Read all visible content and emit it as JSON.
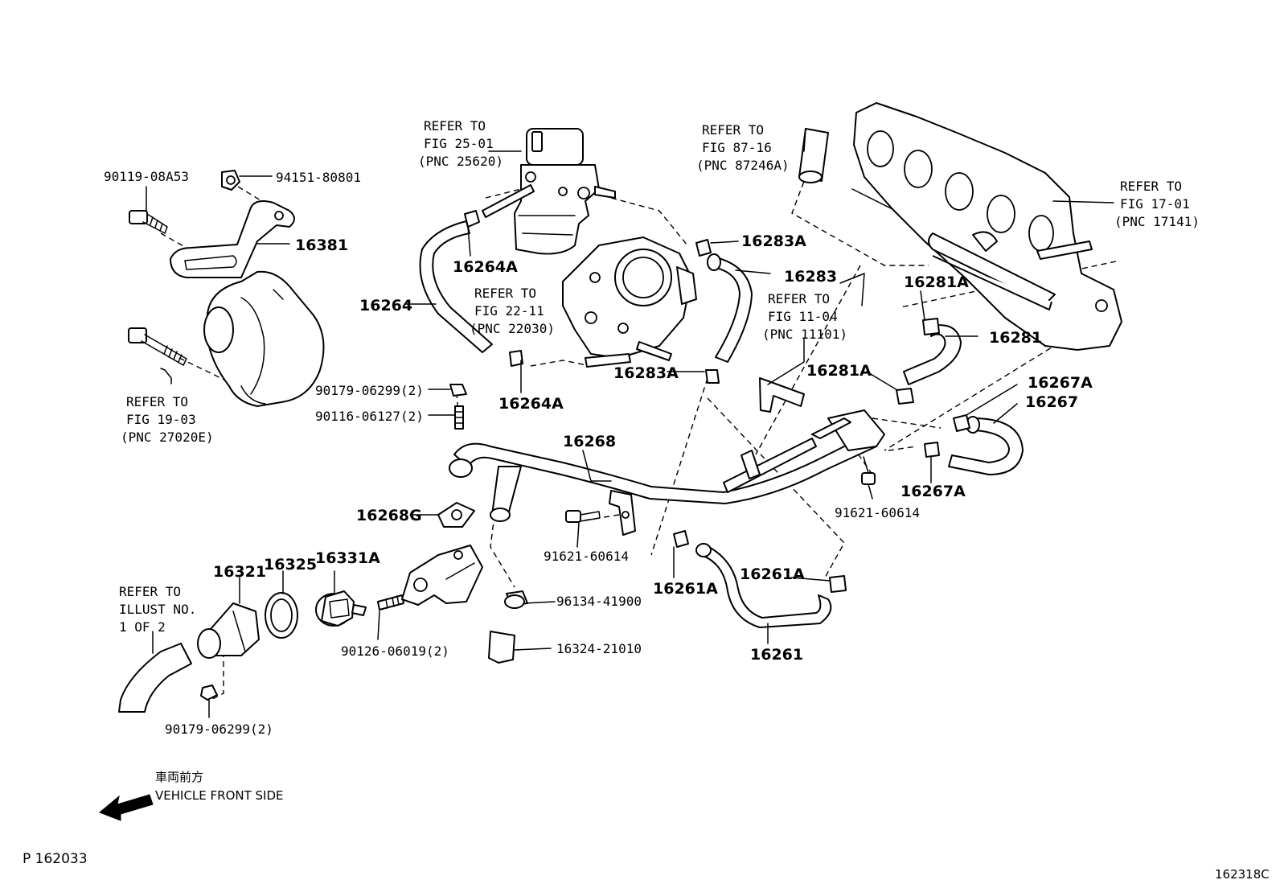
{
  "references": {
    "fig_25_01": [
      "REFER TO",
      "FIG 25-01",
      "(PNC 25620)"
    ],
    "fig_87_16": [
      "REFER TO",
      "FIG 87-16",
      "(PNC 87246A)"
    ],
    "fig_17_01": [
      "REFER TO",
      "FIG 17-01",
      "(PNC 17141)"
    ],
    "fig_22_11": [
      "REFER TO",
      "FIG 22-11",
      "(PNC 22030)"
    ],
    "fig_11_04": [
      "REFER TO",
      "FIG 11-04",
      "(PNC 11101)"
    ],
    "fig_19_03": [
      "REFER TO",
      "FIG 19-03",
      "(PNC 27020E)"
    ],
    "illust_no": [
      "REFER TO",
      "ILLUST NO.",
      "1 OF 2"
    ]
  },
  "parts": {
    "p90119": "90119-08A53",
    "p94151": "94151-80801",
    "p16381": "16381",
    "p16264A_top": "16264A",
    "p16264": "16264",
    "p16264A_bottom": "16264A",
    "p16283A_top": "16283A",
    "p16283": "16283",
    "p16283A_bottom": "16283A",
    "p16281A_top": "16281A",
    "p16281": "16281",
    "p16281A_bottom": "16281A",
    "p16267A_top": "16267A",
    "p16267": "16267",
    "p16267A_bottom": "16267A",
    "p90179_top": "90179-06299(2)",
    "p90116": "90116-06127(2)",
    "p16268": "16268",
    "p16268G": "16268G",
    "p91621_left": "91621-60614",
    "p91621_right": "91621-60614",
    "p16321": "16321",
    "p16325": "16325",
    "p16331A": "16331A",
    "p90126": "90126-06019(2)",
    "p96134": "96134-41900",
    "p16324": "16324-21010",
    "p16261A_left": "16261A",
    "p16261A_right": "16261A",
    "p16261": "16261",
    "p90179_bottom": "90179-06299(2)"
  },
  "footer": {
    "front_jp": "車両前方",
    "front_en": "VEHICLE FRONT SIDE",
    "page_code": "P  162033",
    "fig_code": "162318C"
  }
}
